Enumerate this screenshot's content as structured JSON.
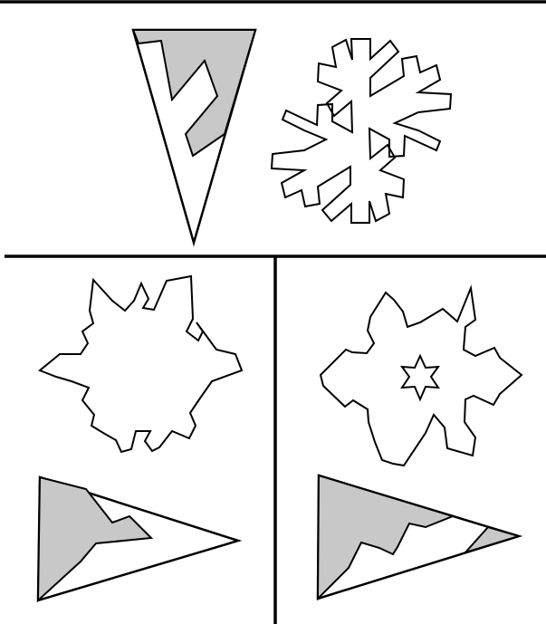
{
  "figure": {
    "panels": [
      {
        "id": "top",
        "snowflake_style": "branched six-arm flake",
        "folded_paper_orientation": "vertical"
      },
      {
        "id": "bottom-left",
        "snowflake_style": "twelve-point star flake",
        "folded_paper_orientation": "horizontal"
      },
      {
        "id": "bottom-right",
        "snowflake_style": "six-arm flake with star center",
        "folded_paper_orientation": "horizontal"
      }
    ],
    "colors": {
      "line": "#000000",
      "paper": "#ffffff",
      "cut_region": "#c8c8c8"
    }
  }
}
